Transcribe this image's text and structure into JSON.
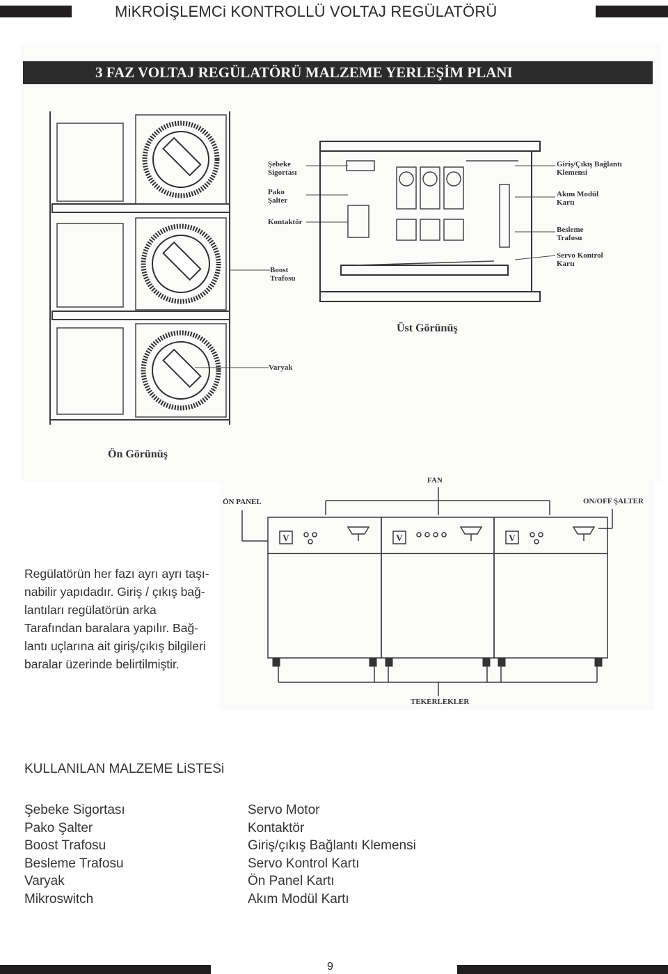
{
  "header": {
    "title": "MiKROİŞLEMCi KONTROLLÜ VOLTAJ REGÜLATÖRÜ"
  },
  "plan": {
    "banner": "3 FAZ VOLTAJ REGÜLATÖRÜ MALZEME YERLEŞİM PLANI",
    "left_labels": {
      "sebeke": [
        "Şebeke",
        "Sigortası"
      ],
      "pako": [
        "Pako",
        "Şalter"
      ],
      "kontaktor": "Kontaktör",
      "boost": [
        "Boost",
        "Trafosu"
      ],
      "varyak": "Varyak"
    },
    "right_labels": {
      "giris": [
        "Giriş/Çıkış Bağlantı",
        "Klemensi"
      ],
      "akim": [
        "Akım Modül",
        "Kartı"
      ],
      "besleme": [
        "Besleme",
        "Trafosu"
      ],
      "servo": [
        "Servo Kontrol",
        "Kartı"
      ]
    },
    "top_view_caption": "Üst Görünüş",
    "front_view_caption": "Ön Görünüş"
  },
  "cabinet": {
    "fan": "FAN",
    "on_panel": "ÖN PANEL",
    "onoff": "ON/OFF ŞALTER",
    "tekerlekler": "TEKERLEKLER",
    "meter_letter": "V"
  },
  "description": [
    "Regülatörün her fazı ayrı ayrı taşı-",
    "nabilir yapıdadır. Giriş / çıkış bağ-",
    "lantıları regülatörün arka",
    "Tarafından baralara yapılır. Bağ-",
    "lantı uçlarına ait giriş/çıkış bilgileri",
    "baralar üzerinde belirtilmiştir."
  ],
  "materials": {
    "title": "KULLANILAN MALZEME LiSTESi",
    "left": [
      "Şebeke Sigortası",
      "Pako Şalter",
      "Boost Trafosu",
      "Besleme Trafosu",
      "Varyak",
      "Mikroswitch"
    ],
    "right": [
      "Servo Motor",
      "Kontaktör",
      "Giriş/çıkış Bağlantı Klemensi",
      "Servo Kontrol Kartı",
      "Ön Panel Kartı",
      "Akım Modül Kartı"
    ]
  },
  "footer": {
    "page_number": "9"
  }
}
